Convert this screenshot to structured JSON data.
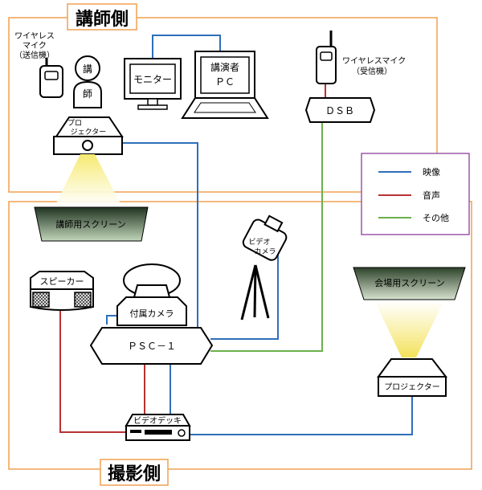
{
  "regions": {
    "speaker_side": "講師側",
    "shooting_side": "撮影側"
  },
  "devices": {
    "mic_transmitter": [
      "ワイヤレス",
      "マイク",
      "（送信機）"
    ],
    "mic_receiver": [
      "ワイヤレスマイク",
      "（受信機）"
    ],
    "lecturer_figure": [
      "講",
      "師"
    ],
    "monitor": "モニター",
    "lecturer_pc": [
      "講演者",
      "ＰＣ"
    ],
    "dsb": "ＤＳＢ",
    "projector_top": [
      "プロ",
      "ジェクター"
    ],
    "lecturer_screen": "講師用スクリーン",
    "speaker": "スピーカー",
    "attached_camera": "付属カメラ",
    "psc": "ＰＳＣ－１",
    "video_camera": [
      "ビデオ",
      "カメラ"
    ],
    "video_deck": "ビデオデッキ",
    "venue_screen": "会場用スクリーン",
    "projector_bottom": "プロジェクター"
  },
  "legend": [
    {
      "label": "映像",
      "color": "#2f6fba"
    },
    {
      "label": "音声",
      "color": "#b83232"
    },
    {
      "label": "その他",
      "color": "#6ab04c"
    }
  ],
  "colors": {
    "region_border": "#f0a050",
    "legend_border": "#9a58a8",
    "video": "#2f6fba",
    "audio": "#b83232",
    "other": "#6ab04c"
  }
}
